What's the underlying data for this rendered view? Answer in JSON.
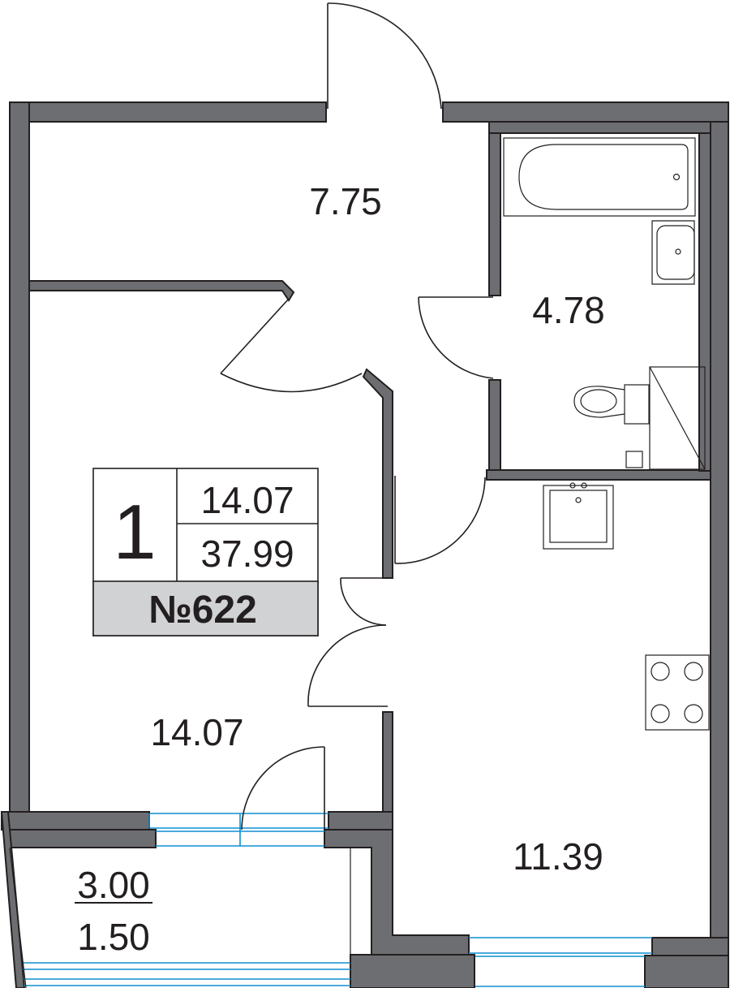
{
  "rooms": [
    {
      "id": "hall",
      "area": "7.75"
    },
    {
      "id": "bathroom",
      "area": "4.78"
    },
    {
      "id": "bedroom",
      "area": "14.07"
    },
    {
      "id": "kitchen",
      "area": "11.39"
    }
  ],
  "balcony": {
    "area_total": "3.00",
    "area_reduced": "1.50"
  },
  "info": {
    "rooms_count": "1",
    "living_area": "14.07",
    "total_area": "37.99",
    "unit_number": "№622"
  },
  "colors": {
    "wall_fill": "#6d6e71",
    "wall_stroke": "#231f20",
    "line": "#231f20",
    "window": "#0d8fd1",
    "badge_fill": "#d1d2d4"
  },
  "icons": [
    "door-swing-icon",
    "bathtub-icon",
    "sink-icon",
    "toilet-icon",
    "stove-icon"
  ]
}
